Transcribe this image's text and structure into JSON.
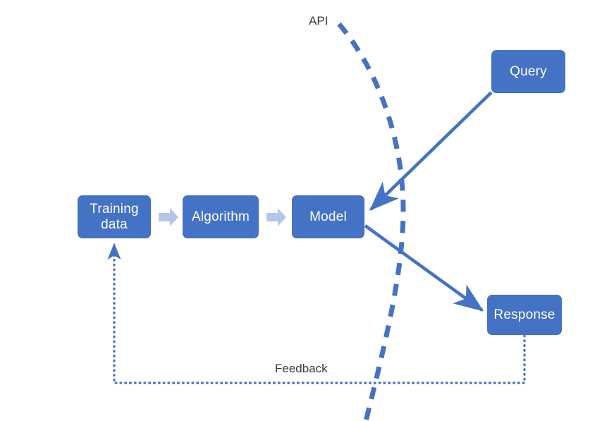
{
  "diagram": {
    "title": "Machine learning model lifecycle with API boundary and feedback loop",
    "colors": {
      "node_fill": "#4472c4",
      "node_text": "#ffffff",
      "connector_arrow": "#b4c6e7",
      "line": "#4472c4",
      "label_text": "#3a3a3a",
      "background": "#ffffff"
    },
    "nodes": [
      {
        "id": "training-data",
        "label": "Training\ndata"
      },
      {
        "id": "algorithm",
        "label": "Algorithm"
      },
      {
        "id": "model",
        "label": "Model"
      },
      {
        "id": "query",
        "label": "Query"
      },
      {
        "id": "response",
        "label": "Response"
      }
    ],
    "edge_labels": [
      {
        "id": "api",
        "label": "API"
      },
      {
        "id": "feedback",
        "label": "Feedback"
      }
    ],
    "connections": [
      {
        "from": "training-data",
        "to": "algorithm",
        "style": "block-arrow"
      },
      {
        "from": "algorithm",
        "to": "model",
        "style": "block-arrow"
      },
      {
        "from": "query",
        "to": "model",
        "style": "solid-arrow"
      },
      {
        "from": "model",
        "to": "response",
        "style": "solid-arrow"
      },
      {
        "from": "response",
        "to": "training-data",
        "style": "dotted",
        "label": "Feedback"
      }
    ],
    "boundary": {
      "id": "api-boundary",
      "style": "dashed-curve",
      "label": "API"
    }
  }
}
